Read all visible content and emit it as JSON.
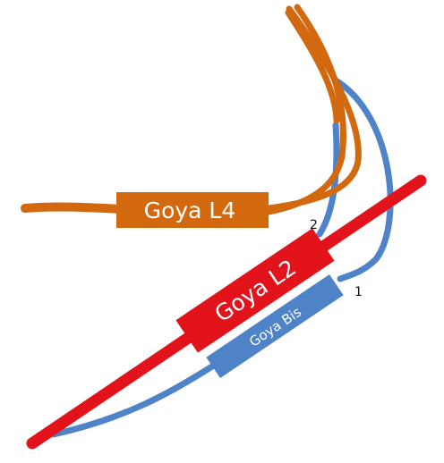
{
  "lines": {
    "l4": {
      "name": "Goya L4",
      "color": "#d2690f"
    },
    "l2": {
      "name": "Goya L2",
      "color": "#e3131b"
    },
    "bis": {
      "name": "Goya Bis",
      "color": "#4f83c8"
    }
  },
  "tracks": {
    "track_1": "1",
    "track_2": "2"
  }
}
